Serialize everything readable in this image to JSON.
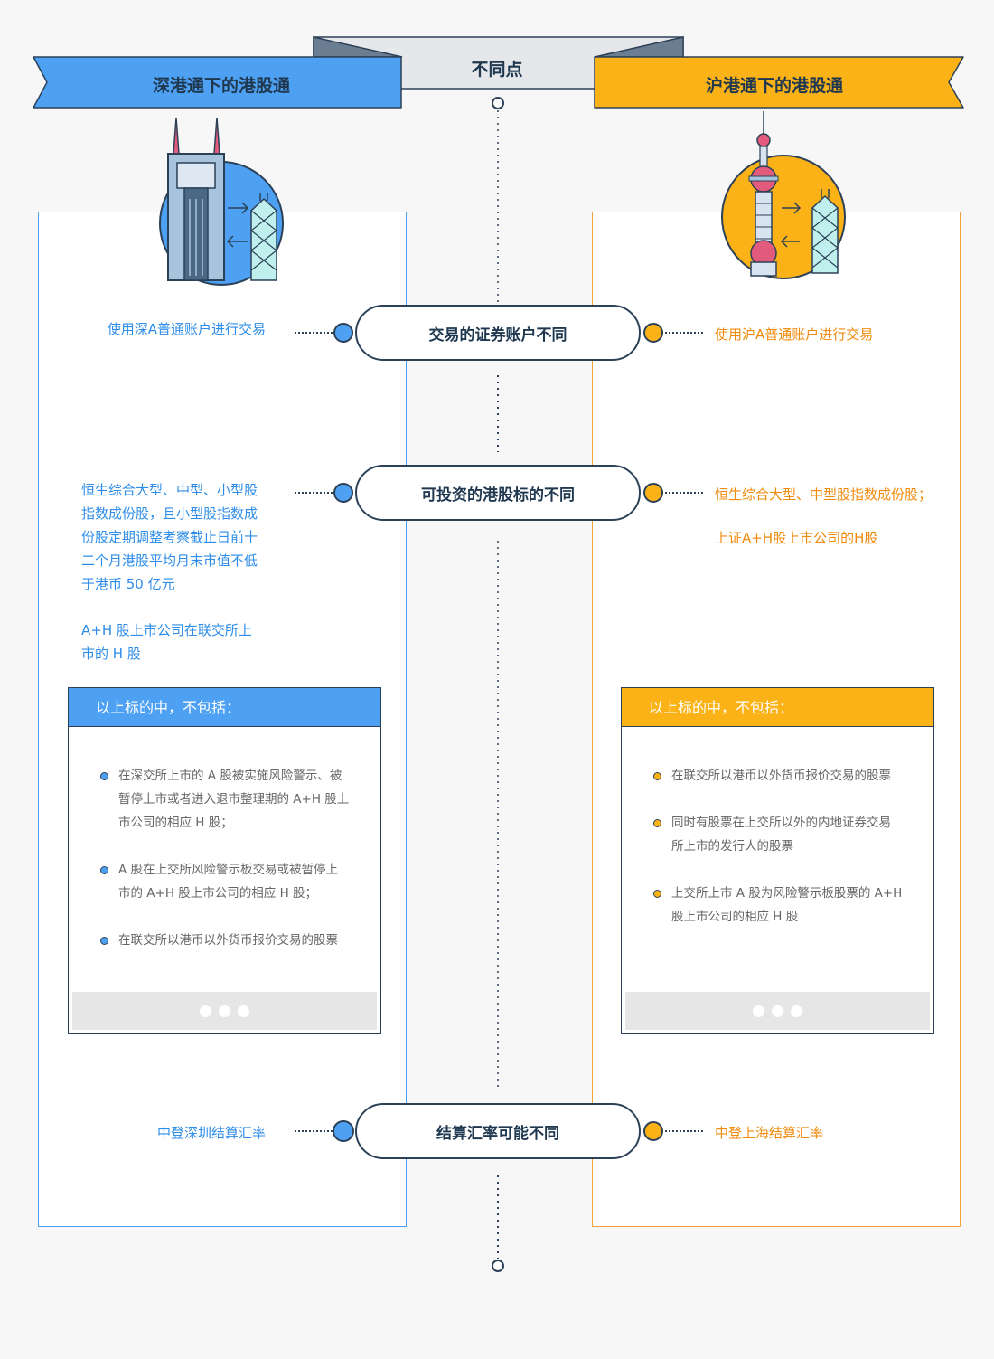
{
  "header": {
    "center_title": "不同点",
    "left_title": "深港通下的港股通",
    "right_title": "沪港通下的港股通"
  },
  "colors": {
    "blue": "#4ea1f2",
    "orange": "#fbb216",
    "dark": "#2c4158"
  },
  "icons": {
    "left": "shenzhen-skyline-icon",
    "right": "shanghai-skyline-icon"
  },
  "rows": [
    {
      "label": "交易的证券账户不同",
      "left": "使用深A普通账户进行交易",
      "right": "使用沪A普通账户进行交易"
    },
    {
      "label": "可投资的港股标的不同",
      "left_lines": [
        "恒生综合大型、中型、小型股",
        "指数成份股，且小型股指数成",
        "份股定期调整考察截止日前十",
        "二个月港股平均月末市值不低",
        "于港币 50 亿元"
      ],
      "left_lines2": [
        "A+H  股上市公司在联交所上",
        "市的 H 股"
      ],
      "right_lines": [
        "恒生综合大型、中型股指数成份股；",
        "上证A+H股上市公司的H股"
      ]
    },
    {
      "label": "结算汇率可能不同",
      "left": "中登深圳结算汇率",
      "right": "中登上海结算汇率"
    }
  ],
  "left_box": {
    "title": "以上标的中，不包括：",
    "items": [
      [
        "在深交所上市的  A  股被实施风险警示、被",
        "暂停上市或者进入退市整理期的 A+H 股上",
        "市公司的相应 H 股；"
      ],
      [
        "A  股在上交所风险警示板交易或被暂停上",
        "市的 A+H 股上市公司的相应 H 股；"
      ],
      [
        "在联交所以港币以外货币报价交易的股票"
      ]
    ]
  },
  "right_box": {
    "title": "以上标的中，不包括：",
    "items": [
      [
        "在联交所以港币以外货币报价交易的股票"
      ],
      [
        "同时有股票在上交所以外的内地证券交易",
        "所上市的发行人的股票"
      ],
      [
        "上交所上市 A 股为风险警示板股票的 A+H",
        "股上市公司的相应 H 股"
      ]
    ]
  }
}
